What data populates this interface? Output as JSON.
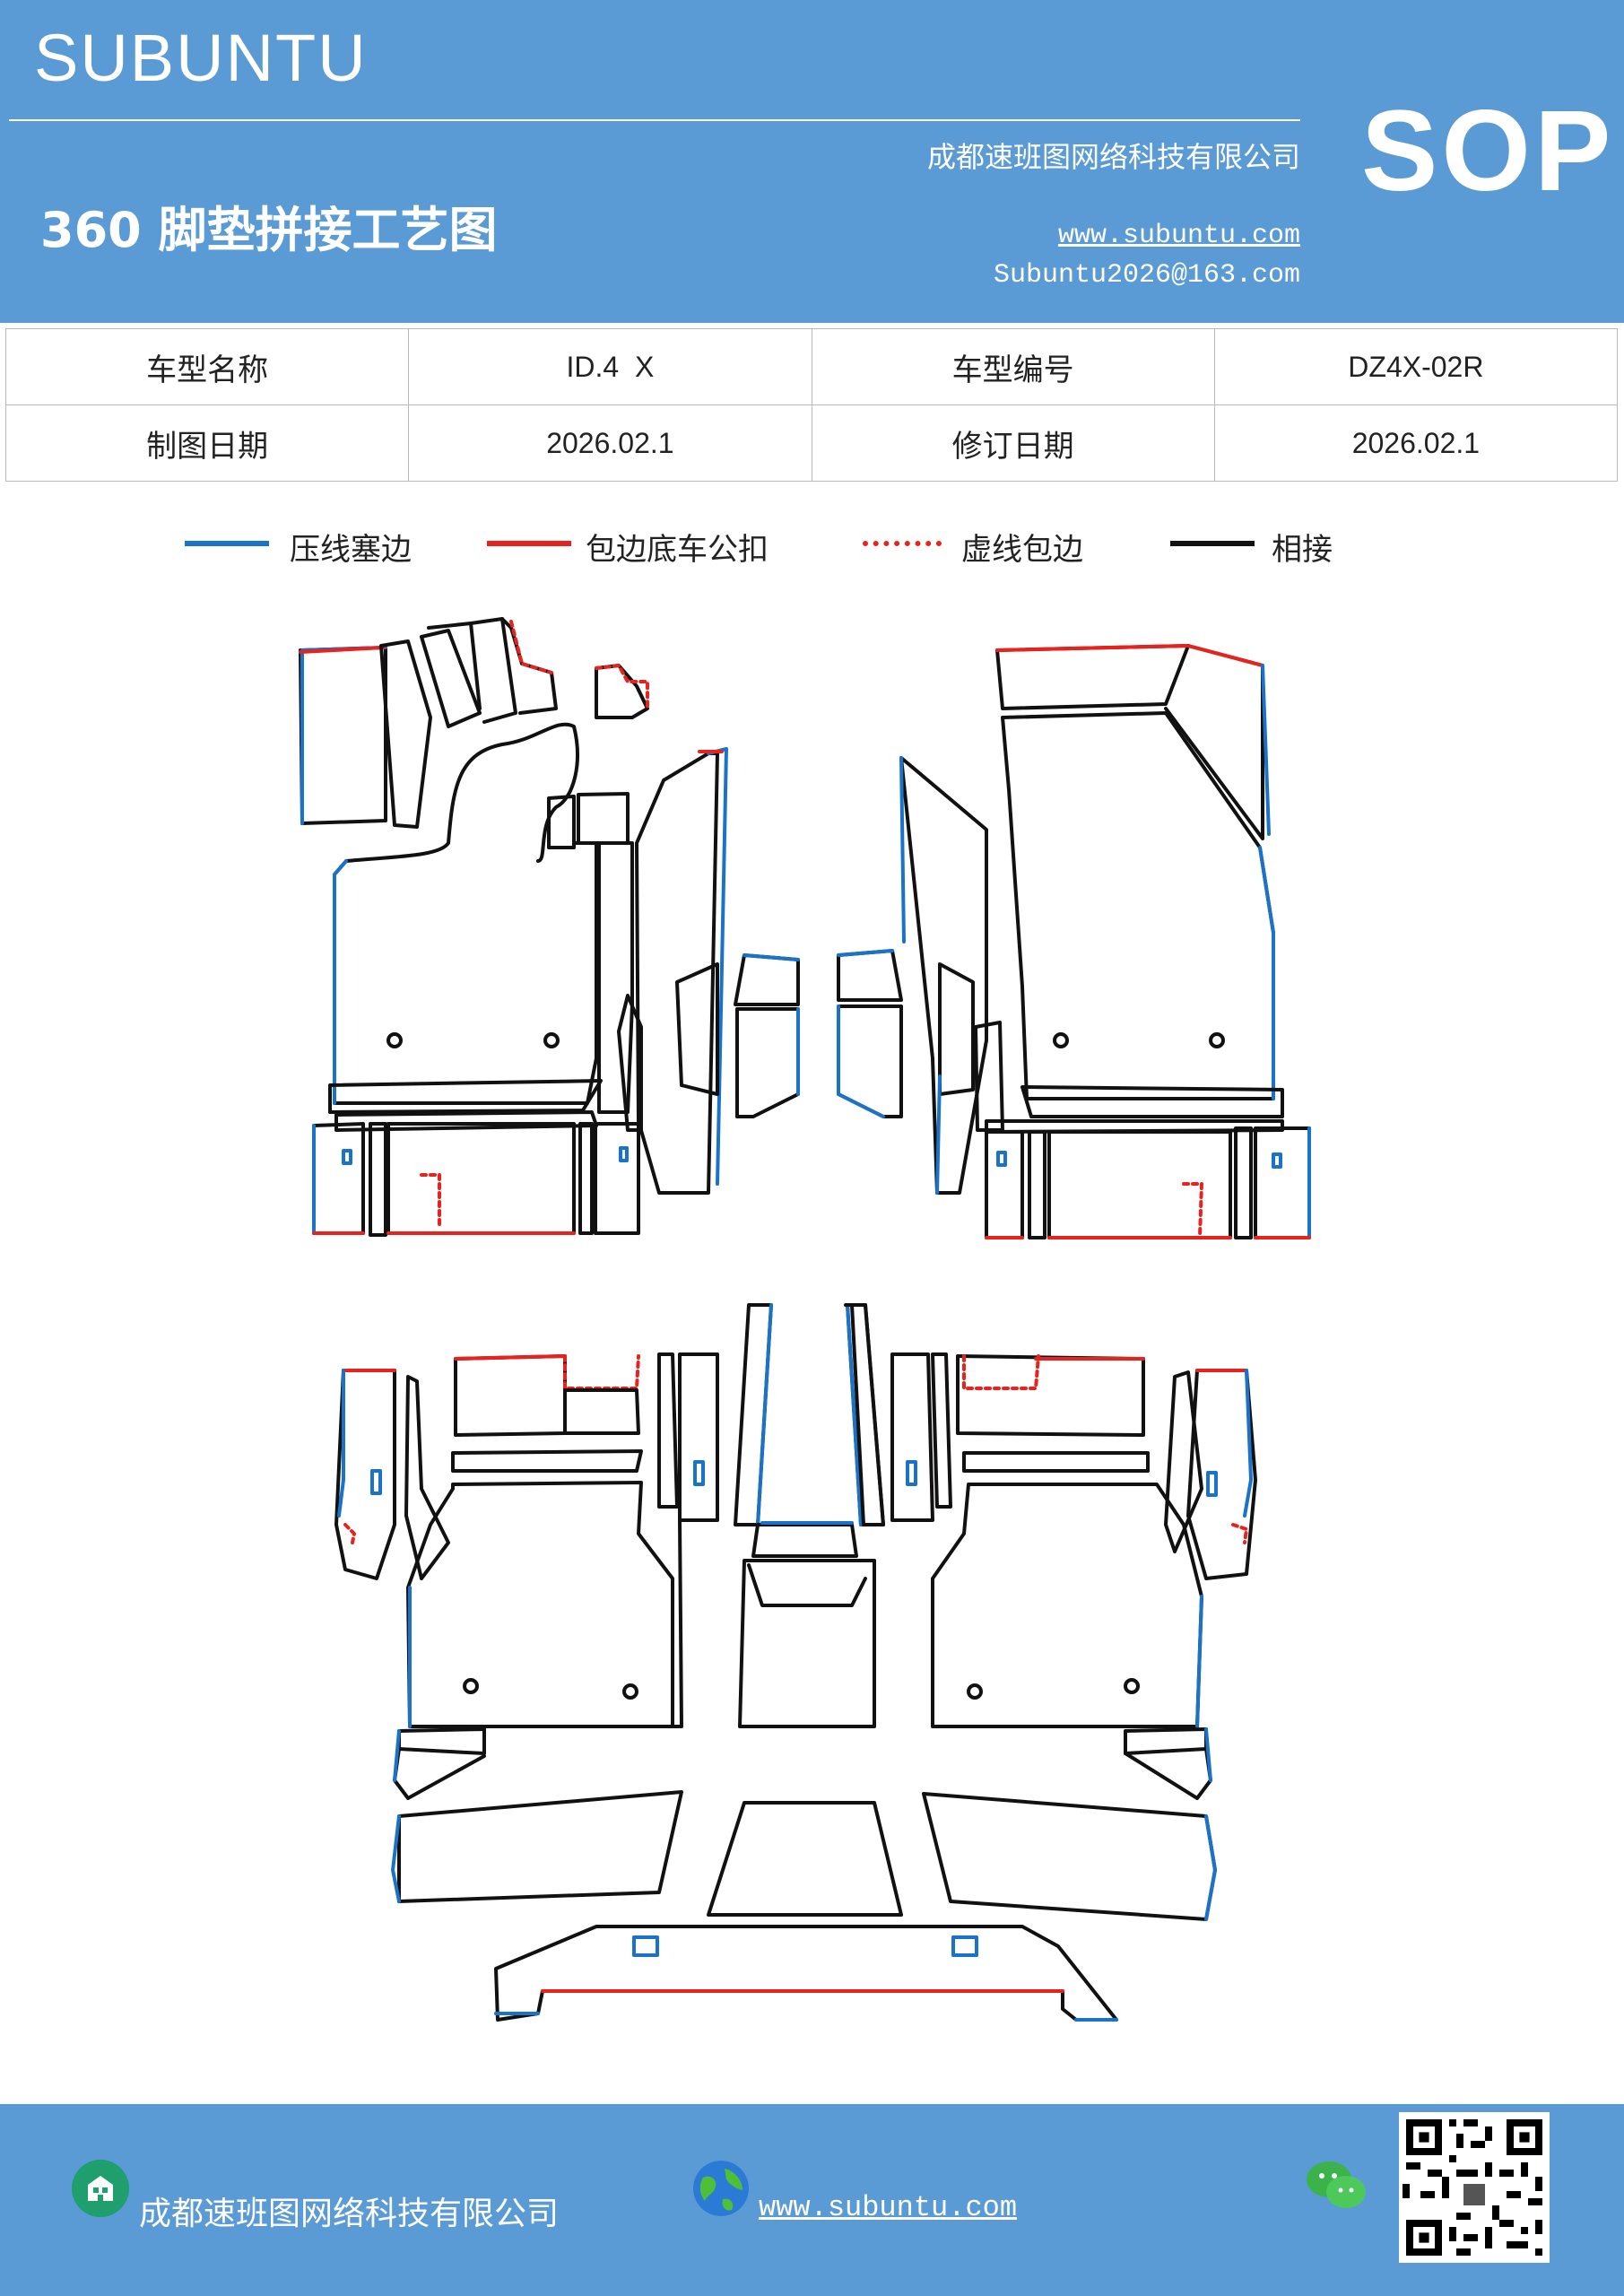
{
  "header": {
    "brand": "SUBUNTU",
    "doc_type": "SOP",
    "title": "360 脚垫拼接工艺图",
    "company": "成都速班图网络科技有限公司",
    "website": "www.subuntu.com",
    "email": "Subuntu2026@163.com"
  },
  "info": {
    "rows": [
      {
        "label1": "车型名称",
        "value1": "ID.4  X",
        "label2": "车型编号",
        "value2": "DZ4X-02R"
      },
      {
        "label1": "制图日期",
        "value1": "2026.02.1",
        "label2": "修订日期",
        "value2": "2026.02.1"
      }
    ]
  },
  "legend": {
    "items": [
      {
        "label": "压线塞边",
        "color": "#1a73c8",
        "style": "solid"
      },
      {
        "label": "包边底车公扣",
        "color": "#e8231e",
        "style": "solid"
      },
      {
        "label": "虚线包边",
        "color": "#e8231e",
        "style": "dotted"
      },
      {
        "label": "相接",
        "color": "#111111",
        "style": "solid"
      }
    ]
  },
  "footer": {
    "company": "成都速班图网络科技有限公司",
    "website": "www.subuntu.com",
    "icons": [
      "building-icon",
      "globe-icon",
      "wechat-icon",
      "qr-code"
    ]
  }
}
